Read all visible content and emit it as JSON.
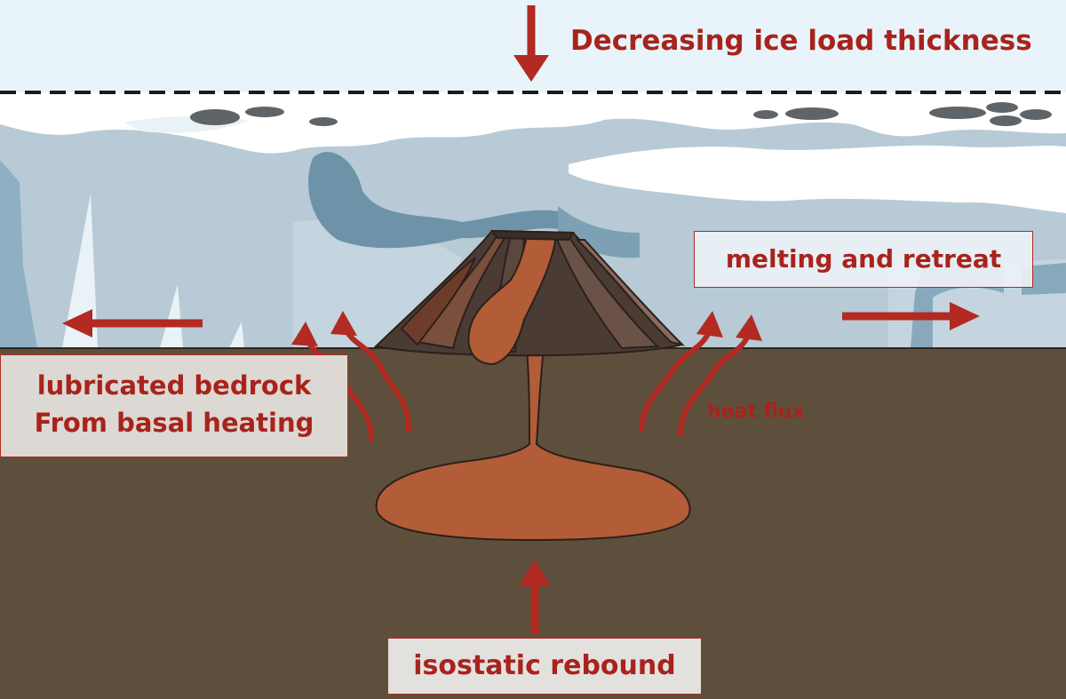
{
  "labels": {
    "title": "Decreasing ice load thickness",
    "melting": "melting and retreat",
    "lubricated_line1": "lubricated bedrock",
    "lubricated_line2": "From basal heating",
    "heat_flux": "heat flux",
    "rebound": "isostatic rebound"
  },
  "colors": {
    "sky": "#e8f4fa",
    "ice_light": "#b7cad6",
    "ice_dark": "#6e93a8",
    "snow": "#ffffff",
    "ground": "#5e4f3c",
    "magma": "#b25c38",
    "volcano_dark": "#4a3b34",
    "arrow_red": "#b22a22",
    "text_red": "#a8231c"
  }
}
